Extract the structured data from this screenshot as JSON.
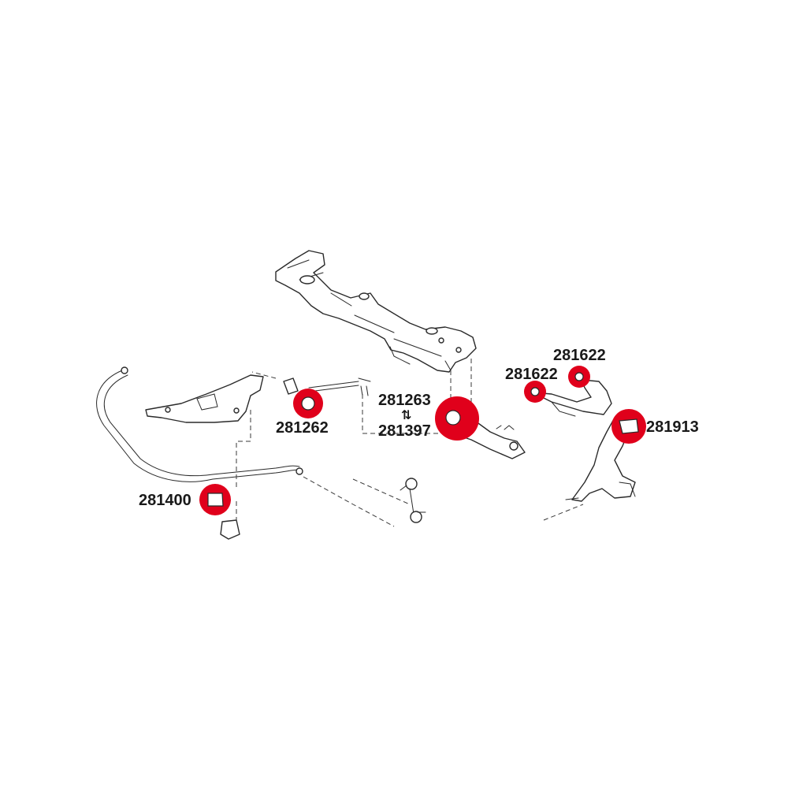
{
  "colors": {
    "highlight": "#e0001b",
    "line": "#2a2a2a",
    "background": "#ffffff"
  },
  "callouts": {
    "p281262": "281262",
    "p281263": "281263",
    "p281397": "281397",
    "p281622_left": "281622",
    "p281622_right": "281622",
    "p281913": "281913",
    "p281400": "281400"
  },
  "icons": {
    "swap": "⇅"
  }
}
